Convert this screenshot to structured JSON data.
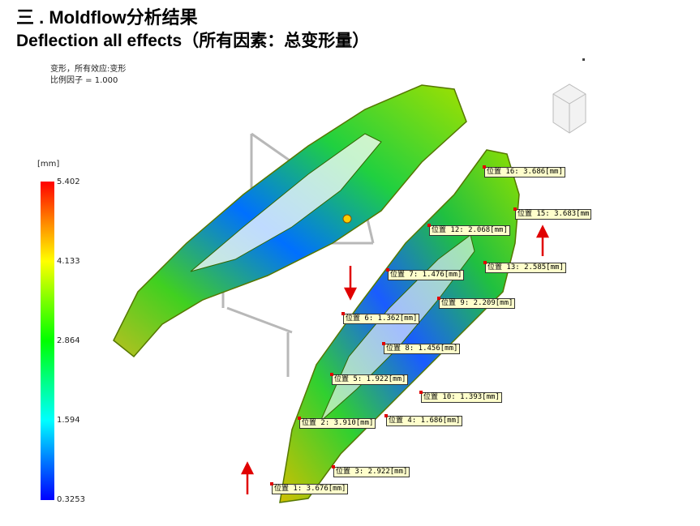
{
  "header": {
    "title": "三 . Moldflow分析结果",
    "subtitle": "Deflection all effects（所有因素：总变形量）"
  },
  "plot_info": {
    "line1": "变形，所有效应:变形",
    "line2": "比例因子 = 1.000"
  },
  "legend": {
    "unit": "[mm]",
    "ticks": [
      "5.402",
      "4.133",
      "2.864",
      "1.594",
      "0.3253"
    ],
    "top_color": "#ff0000",
    "bottom_color": "#0000ff"
  },
  "probes": [
    "位置 16: 3.686[mm]",
    "位置 15: 3.683[mm",
    "位置 12: 2.068[mm]",
    "位置 13: 2.585[mm]",
    "位置 7: 1.476[mm]",
    "位置 9: 2.209[mm]",
    "位置 6: 1.362[mm]",
    "位置 8: 1.456[mm]",
    "位置 5: 1.922[mm]",
    "位置 10: 1.393[mm]",
    "位置 2: 3.910[mm]",
    "位置 4: 1.686[mm]",
    "位置 3: 2.922[mm]",
    "位置 1: 3.676[mm]"
  ],
  "colors": {
    "arrow": "#e00000",
    "label_bg": "#ffffcc"
  }
}
